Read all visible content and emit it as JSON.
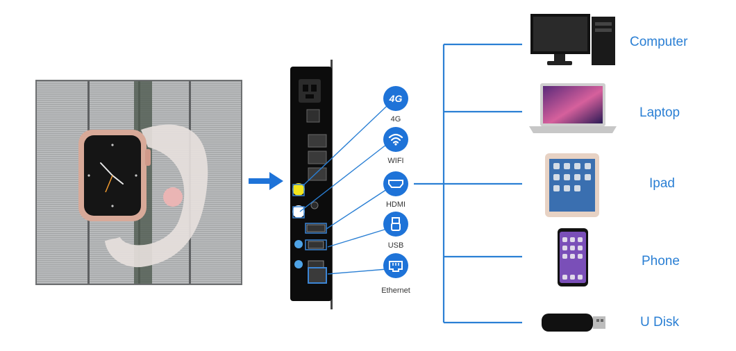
{
  "ports": [
    {
      "label": "4G",
      "icon": "4g-icon"
    },
    {
      "label": "WIFI",
      "icon": "wifi-icon"
    },
    {
      "label": "HDMI",
      "icon": "hdmi-icon"
    },
    {
      "label": "USB",
      "icon": "usb-icon"
    },
    {
      "label": "Ethernet",
      "icon": "ethernet-icon"
    }
  ],
  "devices": [
    {
      "label": "Computer",
      "icon": "desktop-computer-icon"
    },
    {
      "label": "Laptop",
      "icon": "laptop-icon"
    },
    {
      "label": "Ipad",
      "icon": "tablet-icon"
    },
    {
      "label": "Phone",
      "icon": "phone-icon"
    },
    {
      "label": "U Disk",
      "icon": "usb-drive-icon"
    }
  ],
  "colors": {
    "accent": "#1e73d8",
    "label": "#2a7fd4",
    "line": "#2a7fd4"
  }
}
